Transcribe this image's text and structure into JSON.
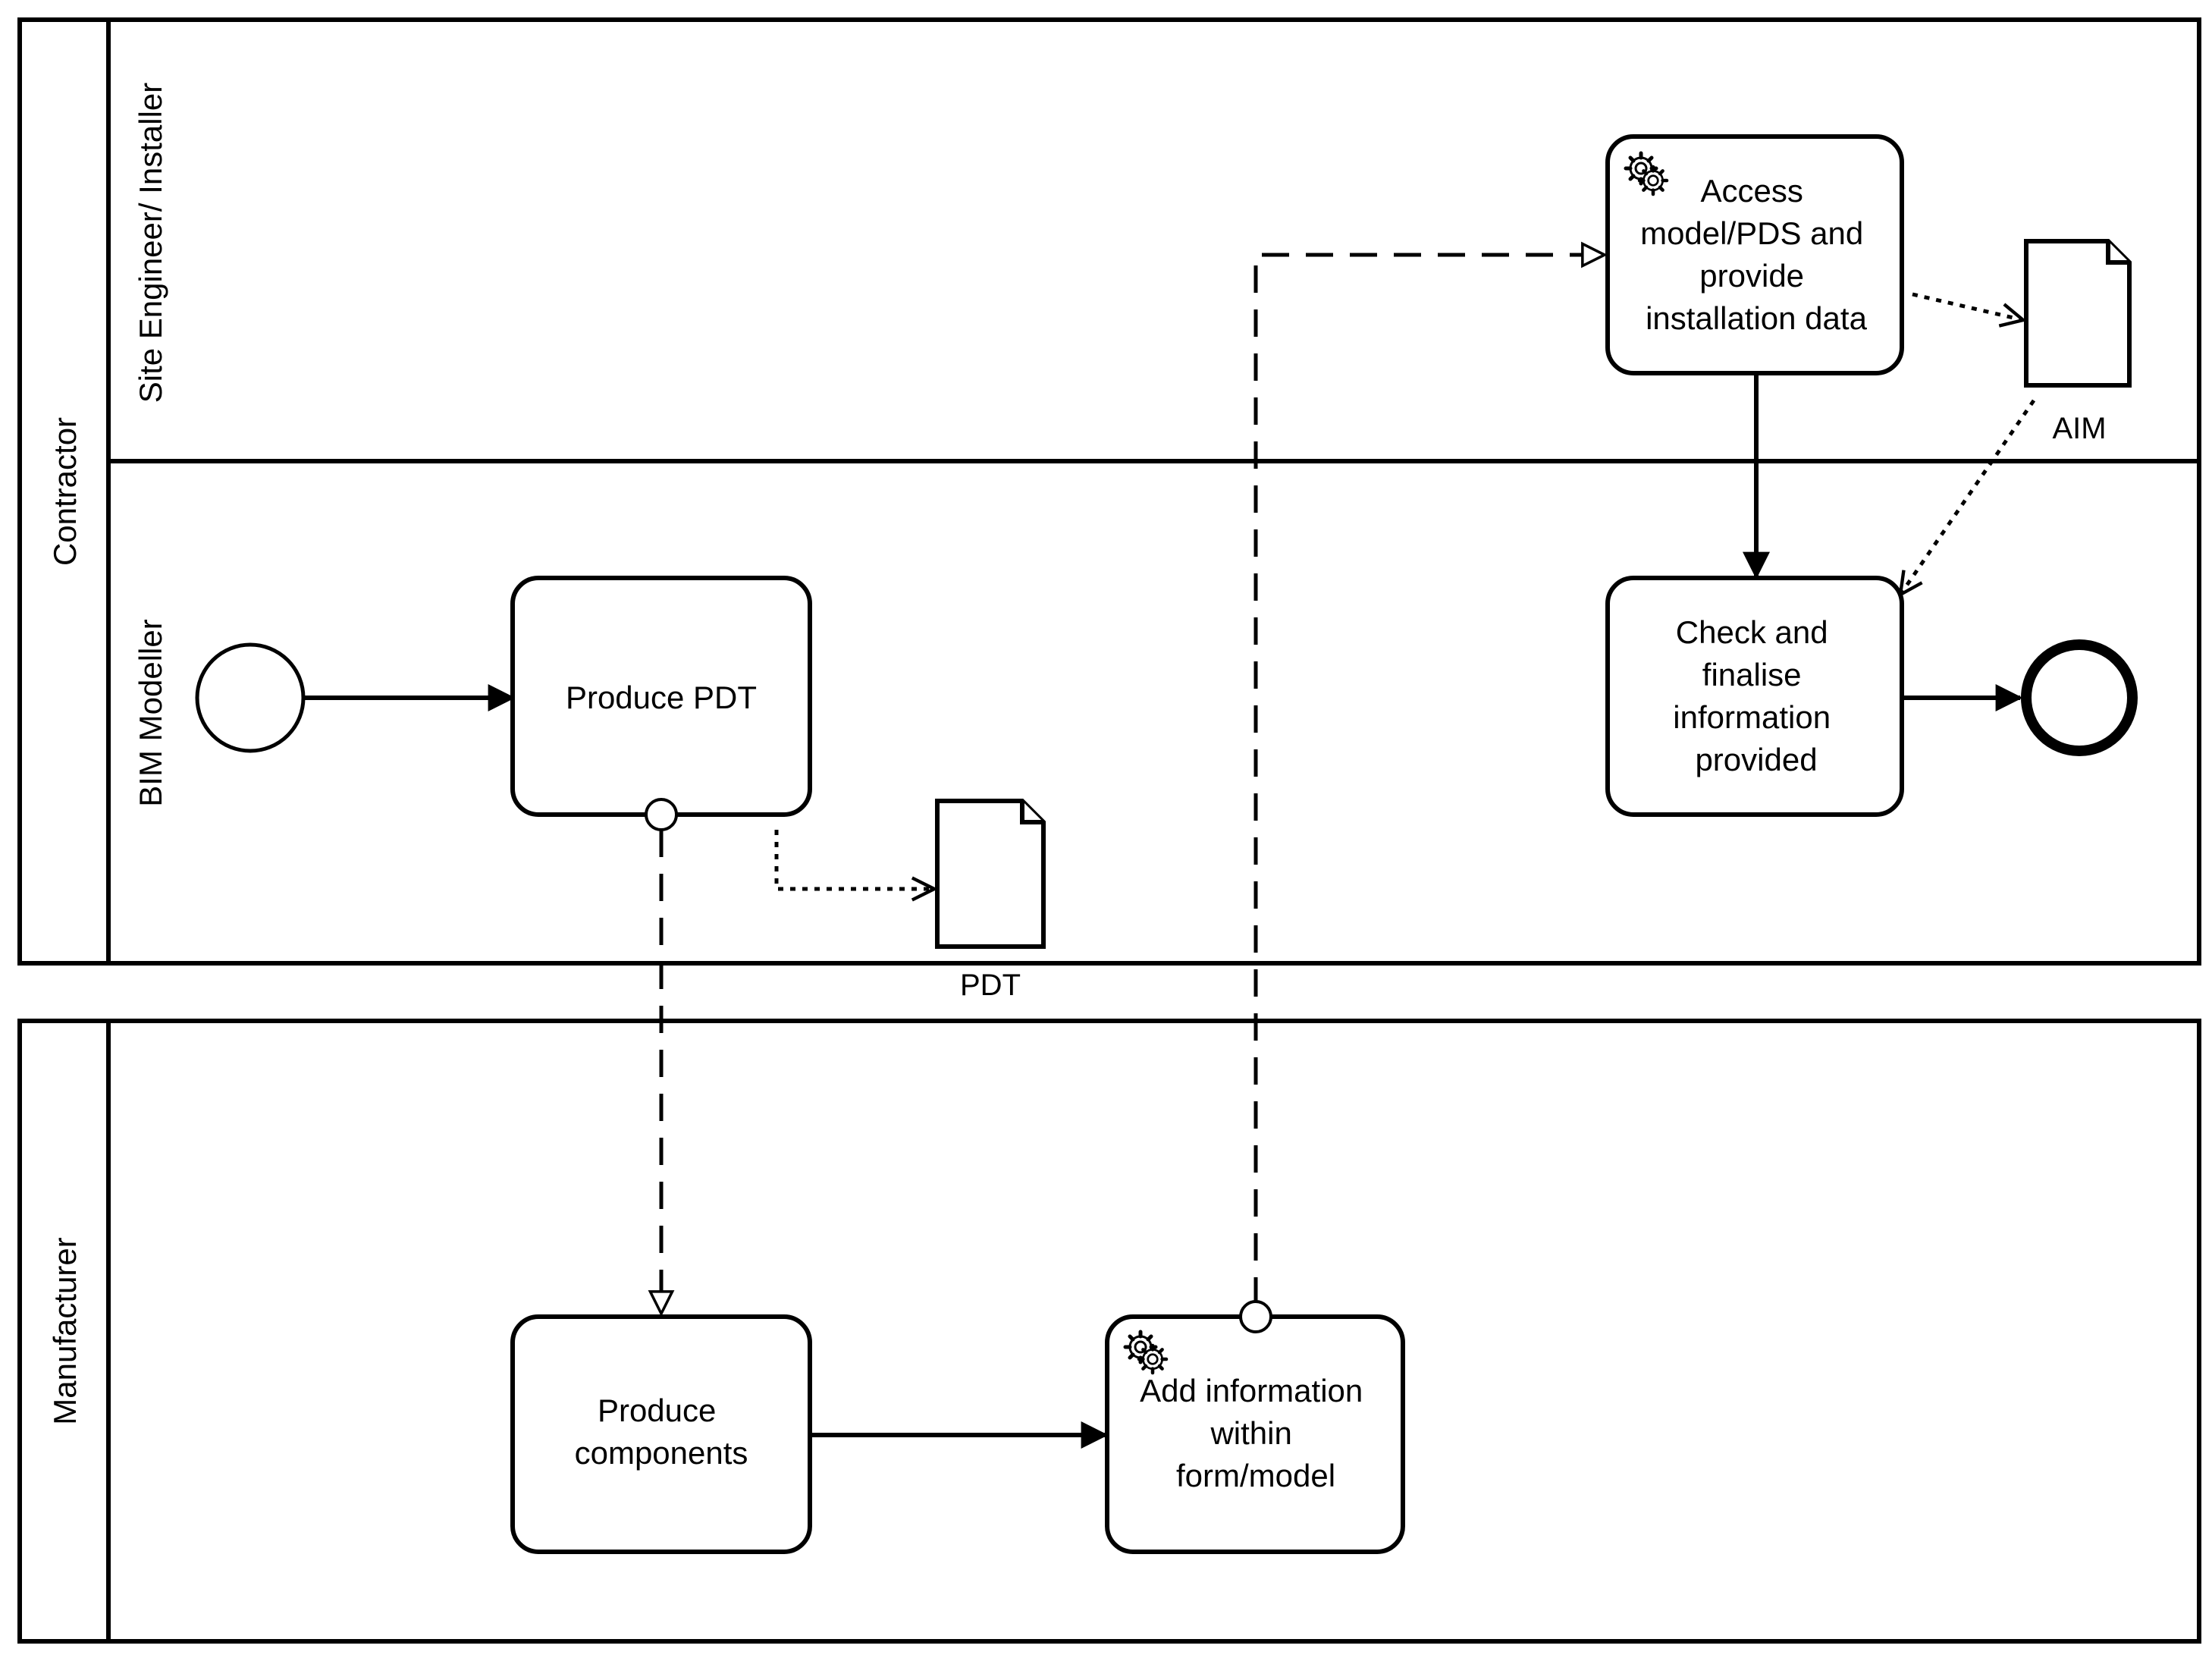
{
  "pools": [
    {
      "name": "Contractor",
      "lanes": [
        "Site Engineer/ Installer",
        "BIM Modeller"
      ]
    },
    {
      "name": "Manufacturer",
      "lanes": []
    }
  ],
  "tasks": {
    "access": {
      "lines": [
        "Access",
        "model/PDS and",
        "provide",
        "installation data"
      ],
      "type": "service"
    },
    "check": {
      "lines": [
        "Check and",
        "finalise",
        "information",
        "provided"
      ]
    },
    "produce_pdt": {
      "lines": [
        "Produce PDT"
      ]
    },
    "produce_components": {
      "lines": [
        "Produce",
        "components"
      ]
    },
    "add_info": {
      "lines": [
        "Add information",
        "within",
        "form/model"
      ],
      "type": "service"
    }
  },
  "artifacts": {
    "aim": {
      "label": "AIM"
    },
    "pdt": {
      "label": "PDT"
    }
  },
  "events": [
    "start-event",
    "end-event"
  ],
  "icons": [
    "gear-icon"
  ]
}
